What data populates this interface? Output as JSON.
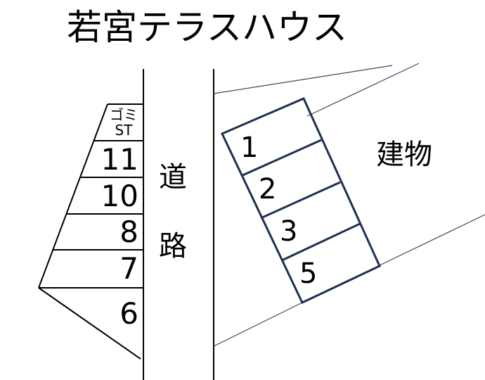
{
  "title": "若宮テラスハウス",
  "left_lot": {
    "gomi_line1": "ゴミ",
    "gomi_line2": "ST",
    "spaces": [
      "11",
      "10",
      "8",
      "7",
      "6"
    ]
  },
  "road_label": {
    "char1": "道",
    "char2": "路"
  },
  "right_lot": {
    "spaces": [
      "1",
      "2",
      "3",
      "5"
    ]
  },
  "building_label": "建物",
  "colors": {
    "line": "#000000",
    "right_lot_outline": "#1f3050",
    "text": "#000000"
  }
}
